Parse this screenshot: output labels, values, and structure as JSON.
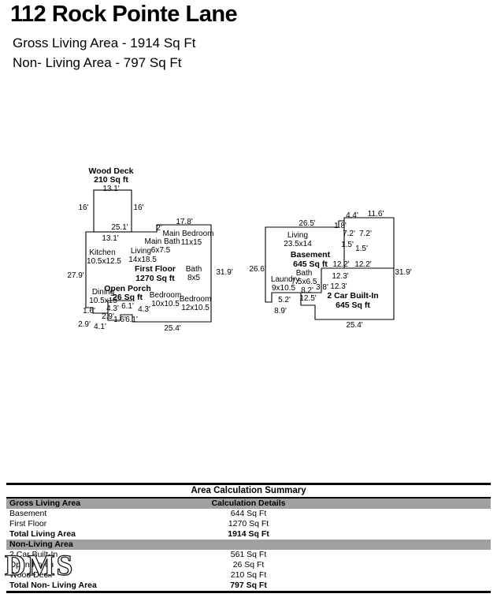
{
  "header": {
    "title": "112 Rock Pointe Lane",
    "subtitle1": "Gross Living Area - 1914 Sq Ft",
    "subtitle2": "Non- Living Area - 797 Sq Ft"
  },
  "plan_left": {
    "labels": [
      "Wood Deck",
      "210 Sq ft",
      "13.1'",
      "16'",
      "16'",
      "25.1'",
      "2'",
      "17.8'",
      "13.1'",
      "Main Bedroom",
      "11x15",
      "Main Bath",
      "6x7.5",
      "Kitchen",
      "10.5x12.5",
      "Living",
      "14x18.5",
      "First Floor",
      "1270 Sq ft",
      "Bath",
      "8x5",
      "27.9'",
      "31.9'",
      "Open Porch",
      "26 Sq ft",
      "Dining",
      "10.5x15",
      "Bedroom",
      "10x10.5",
      "Bedroom",
      "12x10.5",
      "1.6'",
      "4.3'",
      "6.1'",
      "4.3'",
      "2.9'",
      "1.6'",
      "6.1'",
      "2.9'",
      "4.1'",
      "25.4'"
    ]
  },
  "plan_right": {
    "labels": [
      "26.5'",
      "1.8'",
      "4.4'",
      "11.6'",
      "7.2'",
      "7.2'",
      "Living",
      "23.5x14",
      "1.5'",
      "1.5'",
      "Basement",
      "645 Sq ft",
      "12.2'",
      "12.2'",
      "26.6'",
      "Bath",
      "7.5x6.5",
      "12.3'",
      "Laundry",
      "9x10.5",
      "8.2'",
      "3.8'",
      "12.3'",
      "31.9'",
      "5.2'",
      "12.5'",
      "2 Car Built-In",
      "645 Sq ft",
      "8.9'",
      "25.4'"
    ]
  },
  "summary": {
    "title": "Area Calculation Summary",
    "header": {
      "col1": "Gross Living Area",
      "col2": "Calculation Details"
    },
    "rows": [
      {
        "label": "Basement",
        "value": "644 Sq Ft"
      },
      {
        "label": "First Floor",
        "value": "1270 Sq Ft"
      }
    ],
    "living_total": {
      "label": "Total Living Area",
      "value": "1914 Sq Ft"
    },
    "nonliving_header": "Non-Living Area",
    "nonliving_rows": [
      {
        "label": "2 Car Built-In",
        "value": "561 Sq Ft"
      },
      {
        "label": "Open Porch",
        "value": "26 Sq Ft"
      },
      {
        "label": "Wood Deck",
        "value": "210 Sq Ft"
      }
    ],
    "nonliving_total": {
      "label": "Total Non- Living Area",
      "value": "797 Sq Ft"
    }
  },
  "watermark": "DMS"
}
